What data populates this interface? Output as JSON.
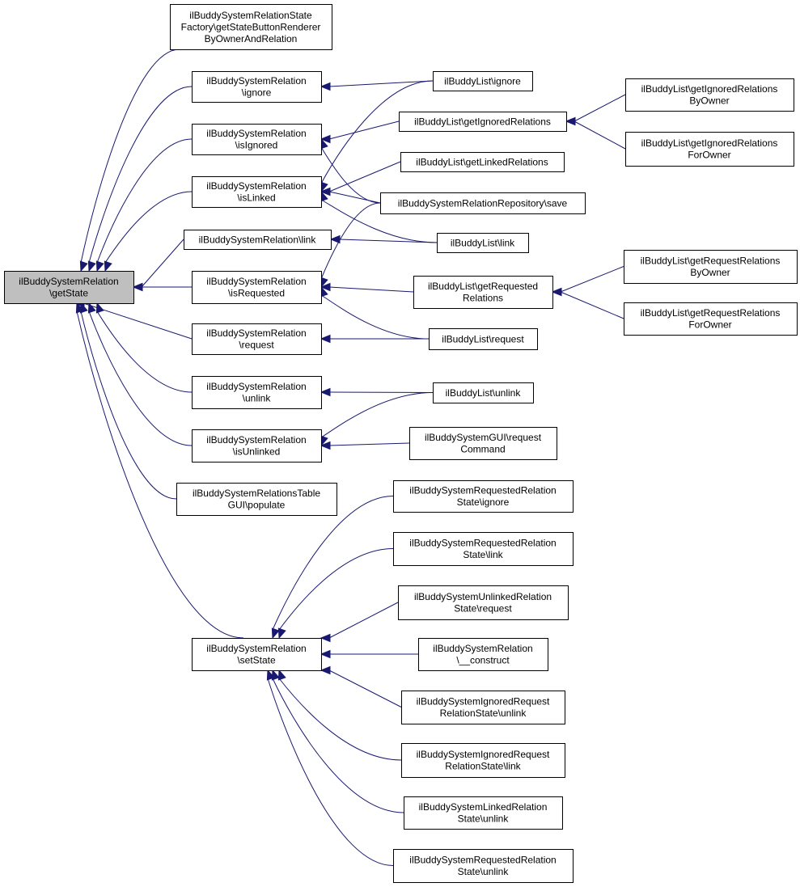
{
  "colors": {
    "edge": "#191970",
    "node_fill": "#ffffff",
    "root_fill": "#bfbfbf",
    "border": "#000000"
  },
  "nodes": [
    {
      "id": "getState",
      "lines": [
        "ilBuddySystemRelation",
        "\\getState"
      ],
      "root": true
    },
    {
      "id": "factory",
      "lines": [
        "ilBuddySystemRelationState",
        "Factory\\getStateButtonRenderer",
        "ByOwnerAndRelation"
      ]
    },
    {
      "id": "r_ignore",
      "lines": [
        "ilBuddySystemRelation",
        "\\ignore"
      ]
    },
    {
      "id": "r_isIgnored",
      "lines": [
        "ilBuddySystemRelation",
        "\\isIgnored"
      ]
    },
    {
      "id": "r_isLinked",
      "lines": [
        "ilBuddySystemRelation",
        "\\isLinked"
      ]
    },
    {
      "id": "r_link",
      "lines": [
        "ilBuddySystemRelation\\link"
      ]
    },
    {
      "id": "r_isRequested",
      "lines": [
        "ilBuddySystemRelation",
        "\\isRequested"
      ]
    },
    {
      "id": "r_request",
      "lines": [
        "ilBuddySystemRelation",
        "\\request"
      ]
    },
    {
      "id": "r_unlink",
      "lines": [
        "ilBuddySystemRelation",
        "\\unlink"
      ]
    },
    {
      "id": "r_isUnlinked",
      "lines": [
        "ilBuddySystemRelation",
        "\\isUnlinked"
      ]
    },
    {
      "id": "tableGUI",
      "lines": [
        "ilBuddySystemRelationsTable",
        "GUI\\populate"
      ]
    },
    {
      "id": "r_setState",
      "lines": [
        "ilBuddySystemRelation",
        "\\setState"
      ]
    },
    {
      "id": "bl_ignore",
      "lines": [
        "ilBuddyList\\ignore"
      ]
    },
    {
      "id": "bl_getIgnored",
      "lines": [
        "ilBuddyList\\getIgnoredRelations"
      ]
    },
    {
      "id": "bl_getLinked",
      "lines": [
        "ilBuddyList\\getLinkedRelations"
      ]
    },
    {
      "id": "repo_save",
      "lines": [
        "ilBuddySystemRelationRepository\\save"
      ]
    },
    {
      "id": "bl_link",
      "lines": [
        "ilBuddyList\\link"
      ]
    },
    {
      "id": "bl_getRequested",
      "lines": [
        "ilBuddyList\\getRequested",
        "Relations"
      ]
    },
    {
      "id": "bl_request",
      "lines": [
        "ilBuddyList\\request"
      ]
    },
    {
      "id": "bl_unlink",
      "lines": [
        "ilBuddyList\\unlink"
      ]
    },
    {
      "id": "gui_requestCmd",
      "lines": [
        "ilBuddySystemGUI\\request",
        "Command"
      ]
    },
    {
      "id": "bl_getIgnoredByOwner",
      "lines": [
        "ilBuddyList\\getIgnoredRelations",
        "ByOwner"
      ]
    },
    {
      "id": "bl_getIgnoredForOwner",
      "lines": [
        "ilBuddyList\\getIgnoredRelations",
        "ForOwner"
      ]
    },
    {
      "id": "bl_getReqByOwner",
      "lines": [
        "ilBuddyList\\getRequestRelations",
        "ByOwner"
      ]
    },
    {
      "id": "bl_getReqForOwner",
      "lines": [
        "ilBuddyList\\getRequestRelations",
        "ForOwner"
      ]
    },
    {
      "id": "rs_ignore",
      "lines": [
        "ilBuddySystemRequestedRelation",
        "State\\ignore"
      ]
    },
    {
      "id": "rs_link",
      "lines": [
        "ilBuddySystemRequestedRelation",
        "State\\link"
      ]
    },
    {
      "id": "us_request",
      "lines": [
        "ilBuddySystemUnlinkedRelation",
        "State\\request"
      ]
    },
    {
      "id": "r_construct",
      "lines": [
        "ilBuddySystemRelation",
        "\\__construct"
      ]
    },
    {
      "id": "irs_unlink",
      "lines": [
        "ilBuddySystemIgnoredRequest",
        "RelationState\\unlink"
      ]
    },
    {
      "id": "irs_link",
      "lines": [
        "ilBuddySystemIgnoredRequest",
        "RelationState\\link"
      ]
    },
    {
      "id": "ls_unlink",
      "lines": [
        "ilBuddySystemLinkedRelation",
        "State\\unlink"
      ]
    },
    {
      "id": "rs_unlink",
      "lines": [
        "ilBuddySystemRequestedRelation",
        "State\\unlink"
      ]
    }
  ],
  "edges": [
    {
      "from": "factory",
      "to": "getState"
    },
    {
      "from": "r_ignore",
      "to": "getState"
    },
    {
      "from": "r_isIgnored",
      "to": "getState"
    },
    {
      "from": "r_isLinked",
      "to": "getState"
    },
    {
      "from": "r_link",
      "to": "getState"
    },
    {
      "from": "r_isRequested",
      "to": "getState"
    },
    {
      "from": "r_request",
      "to": "getState"
    },
    {
      "from": "r_unlink",
      "to": "getState"
    },
    {
      "from": "r_isUnlinked",
      "to": "getState"
    },
    {
      "from": "tableGUI",
      "to": "getState"
    },
    {
      "from": "r_setState",
      "to": "getState"
    },
    {
      "from": "bl_ignore",
      "to": "r_ignore"
    },
    {
      "from": "bl_ignore",
      "to": "r_isLinked"
    },
    {
      "from": "bl_getIgnored",
      "to": "r_isIgnored"
    },
    {
      "from": "repo_save",
      "to": "r_isIgnored"
    },
    {
      "from": "bl_getLinked",
      "to": "r_isLinked"
    },
    {
      "from": "repo_save",
      "to": "r_isLinked"
    },
    {
      "from": "bl_link",
      "to": "r_isLinked"
    },
    {
      "from": "bl_link",
      "to": "r_link"
    },
    {
      "from": "repo_save",
      "to": "r_isRequested"
    },
    {
      "from": "bl_getRequested",
      "to": "r_isRequested"
    },
    {
      "from": "bl_request",
      "to": "r_isRequested"
    },
    {
      "from": "bl_request",
      "to": "r_request"
    },
    {
      "from": "bl_unlink",
      "to": "r_unlink"
    },
    {
      "from": "bl_unlink",
      "to": "r_isUnlinked"
    },
    {
      "from": "gui_requestCmd",
      "to": "r_isUnlinked"
    },
    {
      "from": "bl_getIgnoredByOwner",
      "to": "bl_getIgnored"
    },
    {
      "from": "bl_getIgnoredForOwner",
      "to": "bl_getIgnored"
    },
    {
      "from": "bl_getReqByOwner",
      "to": "bl_getRequested"
    },
    {
      "from": "bl_getReqForOwner",
      "to": "bl_getRequested"
    },
    {
      "from": "rs_ignore",
      "to": "r_setState"
    },
    {
      "from": "rs_link",
      "to": "r_setState"
    },
    {
      "from": "us_request",
      "to": "r_setState"
    },
    {
      "from": "r_construct",
      "to": "r_setState"
    },
    {
      "from": "irs_unlink",
      "to": "r_setState"
    },
    {
      "from": "irs_link",
      "to": "r_setState"
    },
    {
      "from": "ls_unlink",
      "to": "r_setState"
    },
    {
      "from": "rs_unlink",
      "to": "r_setState"
    }
  ]
}
